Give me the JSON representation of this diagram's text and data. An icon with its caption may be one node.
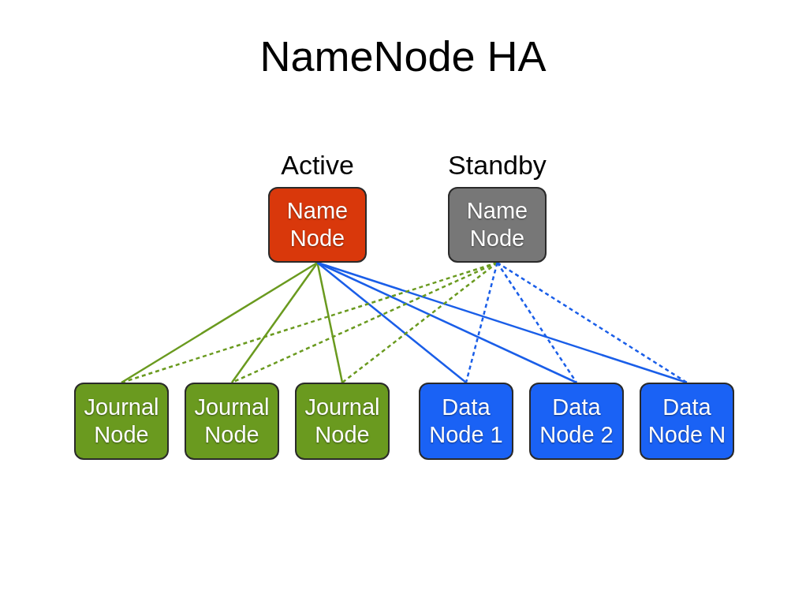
{
  "diagram": {
    "title": "NameNode HA",
    "nodes": [
      {
        "text": [
          "Active",
          "Name Node"
        ]
      },
      {
        "text": [
          "Standby",
          "Name Node"
        ]
      },
      {
        "text": [
          "Journal Node"
        ]
      },
      {
        "text": [
          "Journal Node"
        ]
      },
      {
        "text": [
          "Journal Node"
        ]
      },
      {
        "text": [
          "Data Node 1"
        ]
      },
      {
        "text": [
          "Data Node 2"
        ]
      },
      {
        "text": [
          "Data Node N"
        ]
      }
    ],
    "edges": [
      {
        "from": 0,
        "to": 2,
        "arrow": "none",
        "color": "#6a9a1f"
      },
      {
        "from": 0,
        "to": 3,
        "arrow": "none",
        "color": "#6a9a1f"
      },
      {
        "from": 0,
        "to": 4,
        "arrow": "none",
        "color": "#6a9a1f"
      },
      {
        "from": 0,
        "to": 5,
        "arrow": "none",
        "color": "#1a5ee8"
      },
      {
        "from": 0,
        "to": 6,
        "arrow": "none",
        "color": "#1a5ee8"
      },
      {
        "from": 0,
        "to": 7,
        "arrow": "none",
        "color": "#1a5ee8"
      },
      {
        "from": 1,
        "to": 2,
        "arrow": "none",
        "style": "dashed",
        "color": "#6a9a1f"
      },
      {
        "from": 1,
        "to": 3,
        "arrow": "none",
        "style": "dashed",
        "color": "#6a9a1f"
      },
      {
        "from": 1,
        "to": 4,
        "arrow": "none",
        "style": "dashed",
        "color": "#6a9a1f"
      },
      {
        "from": 1,
        "to": 5,
        "arrow": "none",
        "style": "dashed",
        "color": "#1a5ee8"
      },
      {
        "from": 1,
        "to": 6,
        "arrow": "none",
        "style": "dashed",
        "color": "#1a5ee8"
      },
      {
        "from": 1,
        "to": 7,
        "arrow": "none",
        "style": "dashed",
        "color": "#1a5ee8"
      }
    ]
  }
}
